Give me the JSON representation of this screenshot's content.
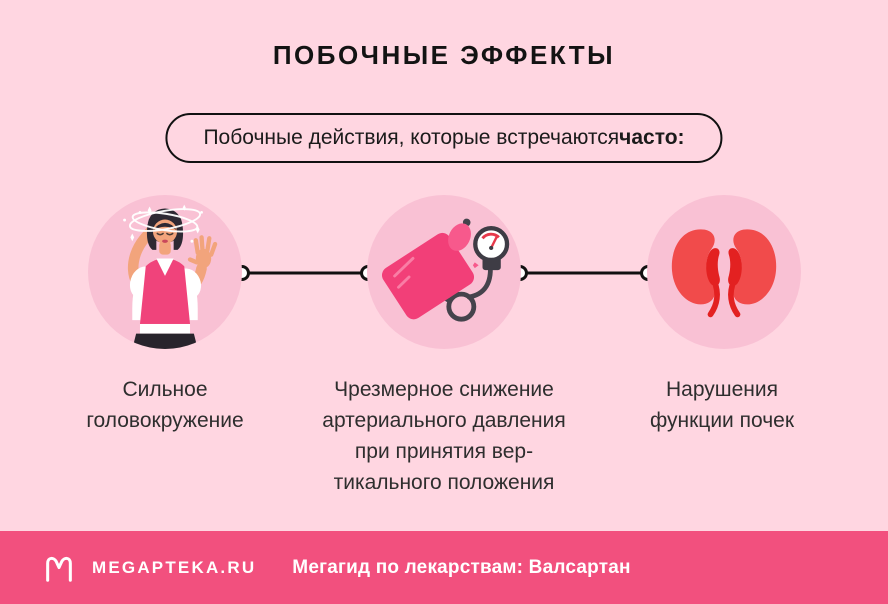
{
  "header": {
    "title": "ПОБОЧНЫЕ ЭФФЕКТЫ",
    "pill_prefix": "Побочные действия, которые встречаются",
    "pill_bold": " часто:"
  },
  "items": [
    {
      "name": "severe-dizziness",
      "icon": "dizzy-woman-illustration",
      "label_lines": [
        "Сильное",
        "головокружение"
      ]
    },
    {
      "name": "excessive-blood-pressure-drop",
      "icon": "blood-pressure-monitor-illustration",
      "label_lines": [
        "Чрезмерное снижение",
        "артериального давления",
        "при принятия вер-",
        "тикального положения"
      ]
    },
    {
      "name": "kidney-dysfunction",
      "icon": "kidneys-illustration",
      "label_lines": [
        "Нарушения",
        "функции почек"
      ]
    }
  ],
  "footer": {
    "brand": "MEGAPTEKA.RU",
    "logo": "megapteka-m-logo",
    "text": "Мегагид по лекарствам: Валсартан"
  },
  "colors": {
    "background": "#FFD6E1",
    "circle_fill": "#F9C1D4",
    "footer_background": "#F2507E",
    "accent_pink": "#F23F78",
    "illustration_red": "#F14B4B",
    "illustration_dark_red": "#E32121",
    "line_black": "#111111",
    "text_dark": "#2E2E2E"
  }
}
